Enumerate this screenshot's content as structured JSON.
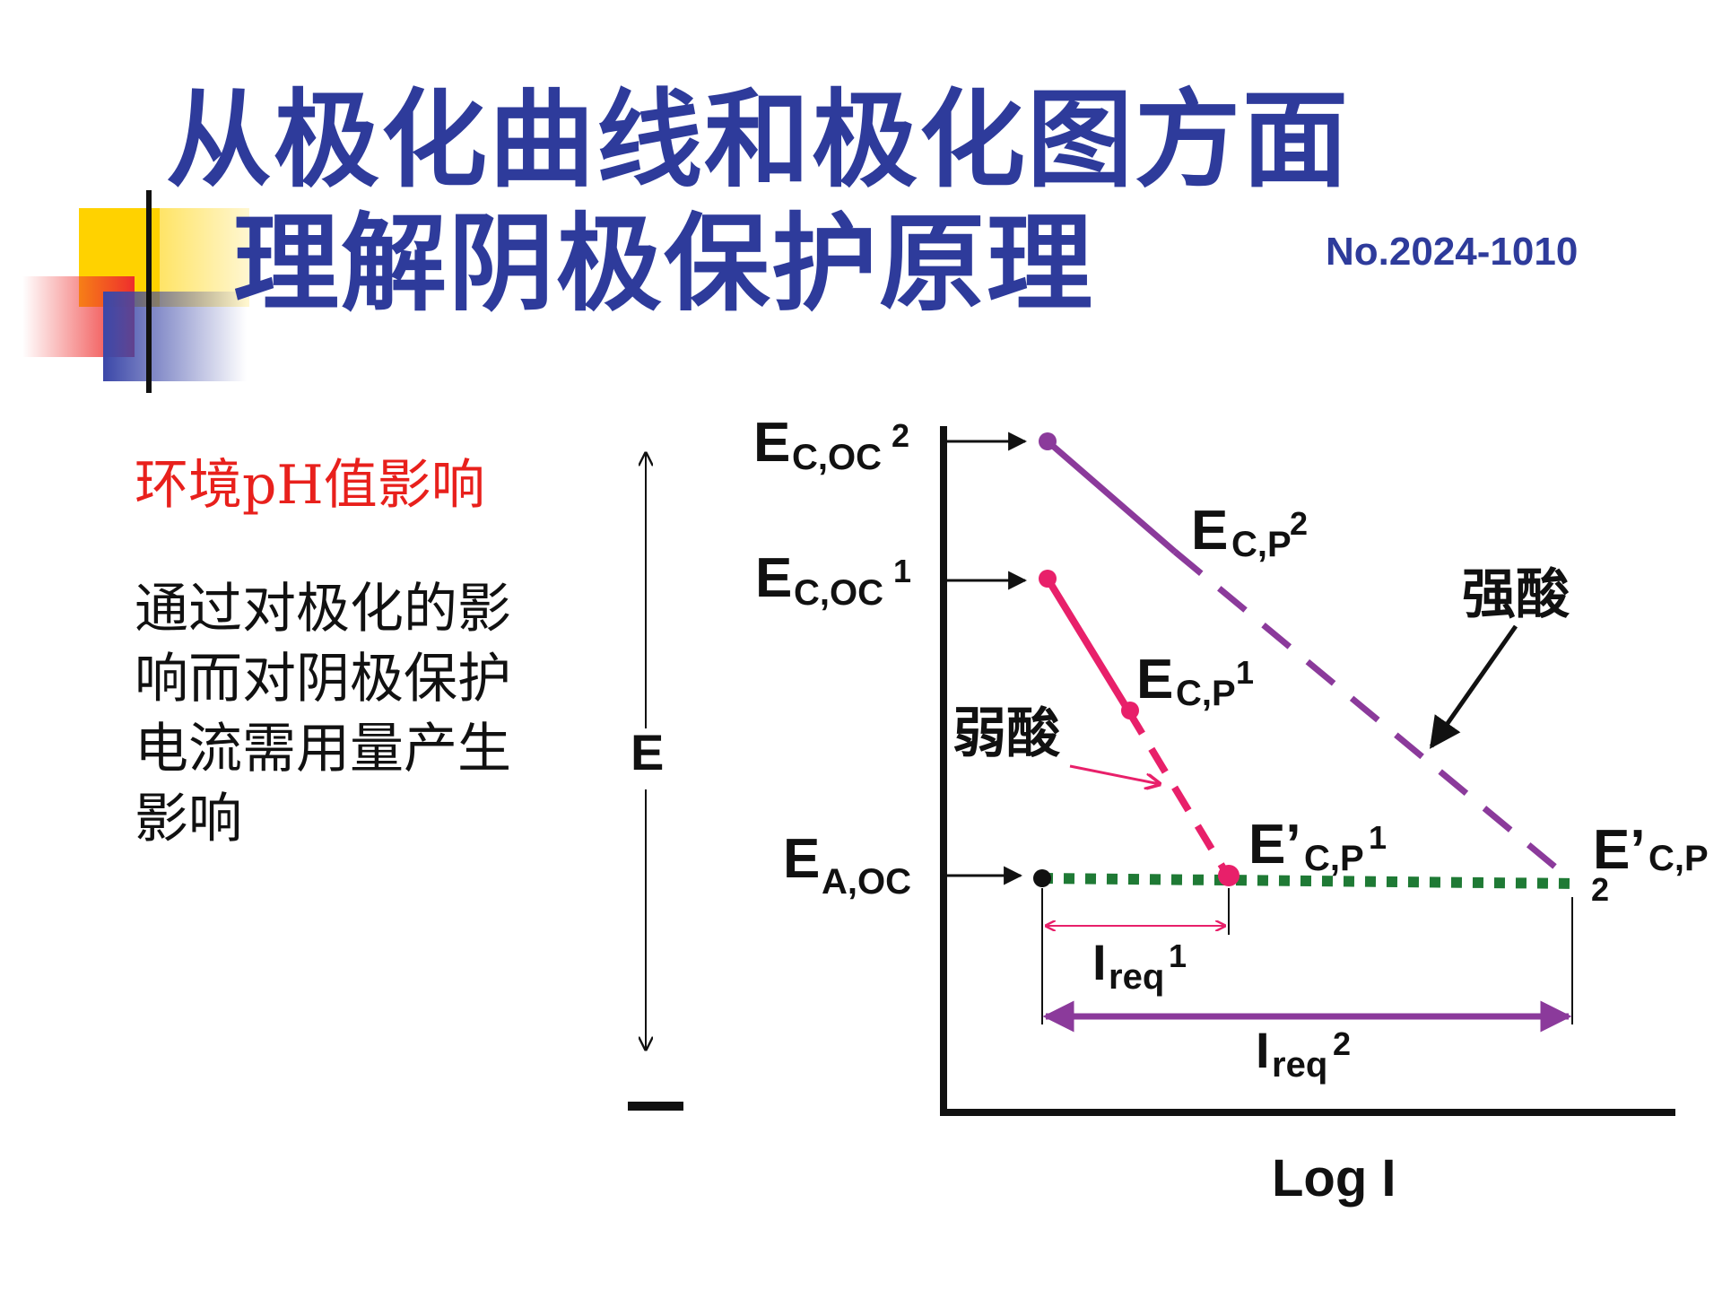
{
  "header": {
    "title_line1": "从极化曲线和极化图方面",
    "title_line2": "理解阴极保护原理",
    "doc_number": "No.2024-1010"
  },
  "left_panel": {
    "subtitle": "环境pH值影响",
    "body": "通过对极化的影响而对阴极保护电流需用量产生影响"
  },
  "diagram": {
    "y_axis_label": "E",
    "x_axis_label": "Log I",
    "labels": {
      "ec_oc2": "E",
      "ec_oc2_sub": "C,OC",
      "ec_oc2_sup": "2",
      "ec_oc1": "E",
      "ec_oc1_sub": "C,OC",
      "ec_oc1_sup": "1",
      "ea_oc": "E",
      "ea_oc_sub": "A,OC",
      "ecp2": "E",
      "ecp2_sub": "C,P",
      "ecp2_sup": "2",
      "ecp1": "E",
      "ecp1_sub": "C,P",
      "ecp1_sup": "1",
      "eprime_cp1": "E’",
      "eprime_cp1_sub": "C,P",
      "eprime_cp1_sup": "1",
      "eprime_cp2": "E’",
      "eprime_cp2_sub": "C,P",
      "eprime_cp2_sub2": "2",
      "ireq1": "I",
      "ireq1_sub": "req",
      "ireq1_sup": "1",
      "ireq2": "I",
      "ireq2_sub": "req",
      "ireq2_sup": "2",
      "strong_acid": "强酸",
      "weak_acid": "弱酸"
    },
    "colors": {
      "strong_acid_curve": "#8b3a9b",
      "weak_acid_curve": "#e8206a",
      "anodic_line": "#1f7a35",
      "axis": "#111111",
      "title": "#2e3b9b"
    }
  }
}
